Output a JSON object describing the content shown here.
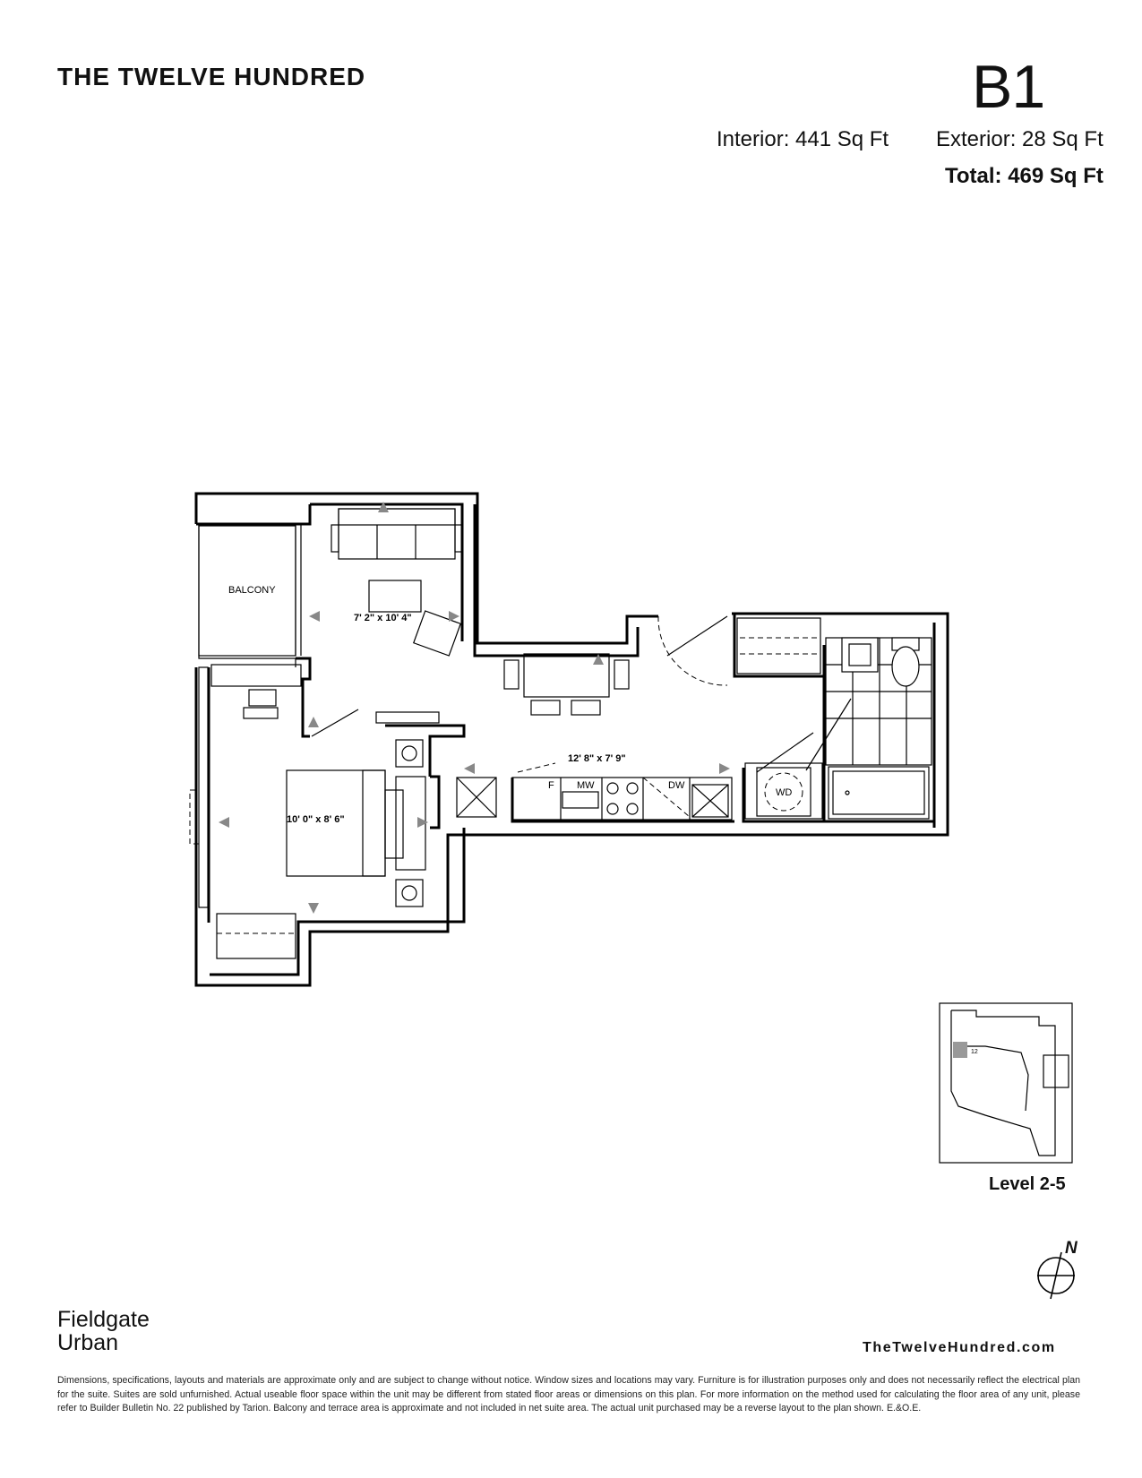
{
  "header": {
    "brand": "THE TWELVE HUNDRED",
    "unit": "B1",
    "interior": "Interior: 441 Sq Ft",
    "exterior": "Exterior: 28 Sq Ft",
    "total": "Total: 469 Sq Ft"
  },
  "plan": {
    "balcony": "BALCONY",
    "living_dims": "7' 2\" x 10' 4\"",
    "bedroom_dims": "10' 0\" x 8' 6\"",
    "kitchen_dims": "12' 8\" x 7' 9\"",
    "fridge": "F",
    "microwave": "MW",
    "dishwasher": "DW",
    "washer_dryer": "WD"
  },
  "keyplan": {
    "suite_marker": "12",
    "level": "Level 2-5"
  },
  "north": "N",
  "footer": {
    "developer_line1": "Fieldgate",
    "developer_line2": "Urban",
    "website": "TheTwelveHundred.com",
    "disclaimer": "Dimensions, specifications, layouts and materials are approximate only and are subject to change without notice. Window sizes and locations may vary. Furniture is for illustration purposes only and does not necessarily reflect the electrical plan for the suite. Suites are sold unfurnished. Actual useable floor space within the unit may be different from stated floor areas or dimensions on this plan. For more information on the method used for calculating the floor area of any unit, please refer to Builder Bulletin No. 22 published by Tarion. Balcony and terrace area is approximate and not included in net suite area. The actual unit purchased may be a reverse layout to the plan shown. E.&O.E."
  }
}
